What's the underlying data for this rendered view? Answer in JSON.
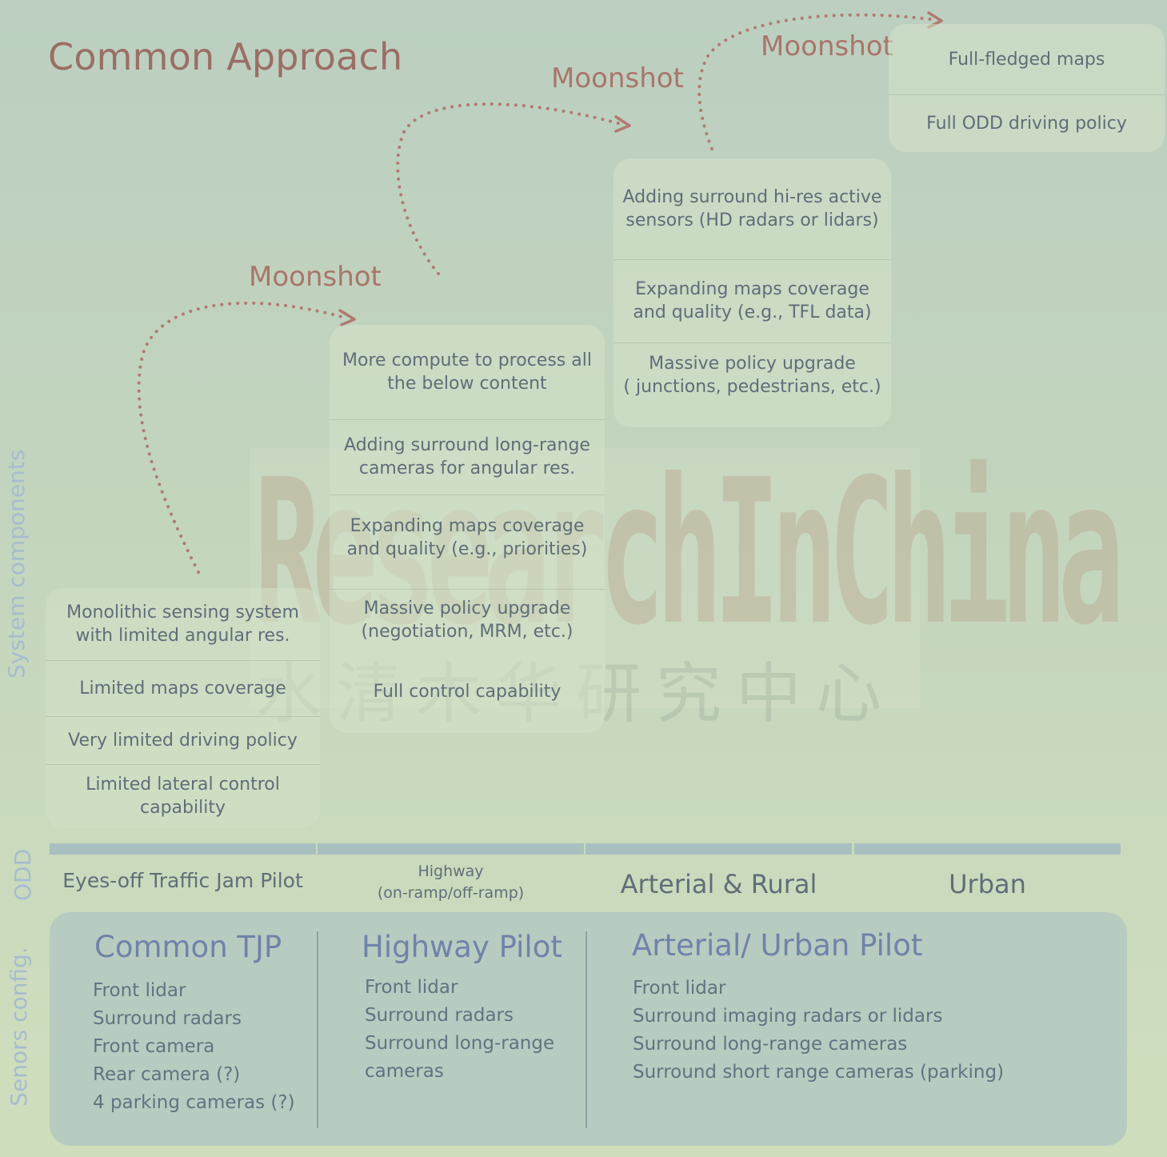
{
  "title": "Common Approach",
  "moonshot_labels": [
    "Moonshot",
    "Moonshot",
    "Moonshot"
  ],
  "axis_labels": {
    "system": "System components",
    "odd": "ODD",
    "sensors": "Senors config."
  },
  "stages": [
    {
      "items": [
        "Monolithic sensing system\nwith limited angular res.",
        "Limited maps coverage",
        "Very limited driving policy",
        "Limited lateral control\ncapability"
      ]
    },
    {
      "items": [
        "More compute to process all\nthe below content",
        "Adding surround long-range\ncameras for angular res.",
        "Expanding maps coverage\nand quality (e.g., priorities)",
        "Massive policy upgrade\n(negotiation, MRM, etc.)",
        "Full control capability"
      ]
    },
    {
      "items": [
        "Adding surround hi-res active\nsensors (HD radars or lidars)",
        "Expanding maps coverage\nand quality (e.g., TFL data)",
        "Massive policy upgrade\n( junctions, pedestrians, etc.)"
      ]
    },
    {
      "items": [
        "Full-fledged maps",
        "Full ODD driving policy"
      ]
    }
  ],
  "odd": [
    "Eyes-off Traffic Jam Pilot",
    "Highway\n(on-ramp/off-ramp)",
    "Arterial & Rural",
    "Urban"
  ],
  "sensor_configs": [
    {
      "name": "Common TJP",
      "items": [
        "Front lidar",
        "Surround radars",
        "Front camera",
        "Rear camera (?)",
        "4 parking cameras (?)"
      ]
    },
    {
      "name": "Highway Pilot",
      "items": [
        "Front lidar",
        "Surround radars",
        "Surround long-range",
        "cameras"
      ]
    },
    {
      "name": "Arterial/ Urban Pilot",
      "items": [
        "Front lidar",
        "Surround imaging radars or lidars",
        "Surround long-range cameras",
        "Surround short range cameras (parking)"
      ]
    }
  ],
  "watermark": {
    "text": "ResearchInChina",
    "text_cn": "水清木华研究中心"
  },
  "colors": {
    "moonshot": "#a9756b",
    "arrow": "#b07a70",
    "heading": "#6f83aa",
    "axis_label": "#a7bccf"
  }
}
